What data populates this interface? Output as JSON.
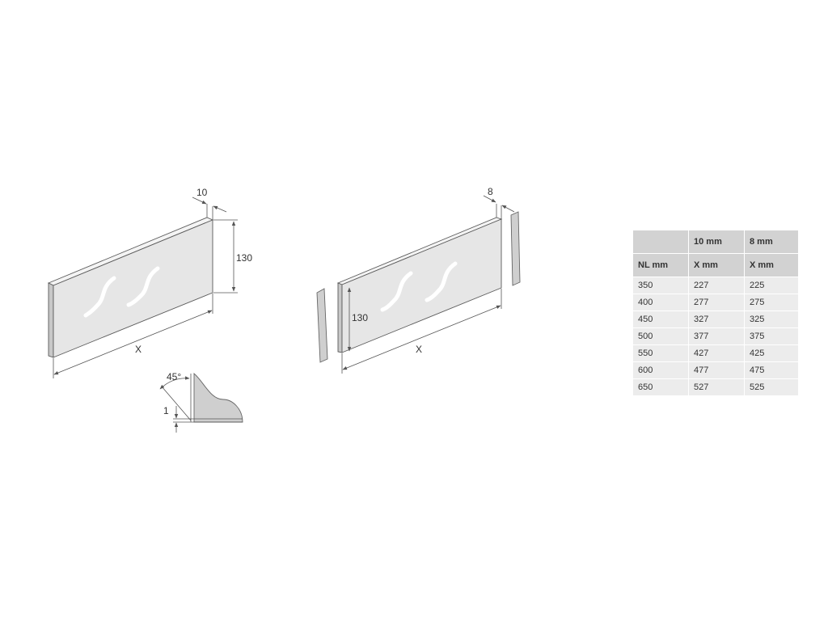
{
  "diagram": {
    "labels": {
      "left_thickness": "10",
      "left_height": "130",
      "left_length": "X",
      "detail_angle": "45°",
      "detail_offset": "1",
      "right_thickness": "8",
      "right_height": "130",
      "right_length": "X"
    }
  },
  "table": {
    "header_top": [
      "",
      "10 mm",
      "8 mm"
    ],
    "header_units": [
      "NL mm",
      "X mm",
      "X mm"
    ],
    "rows": [
      [
        "350",
        "227",
        "225"
      ],
      [
        "400",
        "277",
        "275"
      ],
      [
        "450",
        "327",
        "325"
      ],
      [
        "500",
        "377",
        "375"
      ],
      [
        "550",
        "427",
        "425"
      ],
      [
        "600",
        "477",
        "475"
      ],
      [
        "650",
        "527",
        "525"
      ]
    ]
  },
  "colors": {
    "panel_face": "#e6e6e6",
    "table_header": "#d2d2d2",
    "table_cell": "#ececec"
  }
}
